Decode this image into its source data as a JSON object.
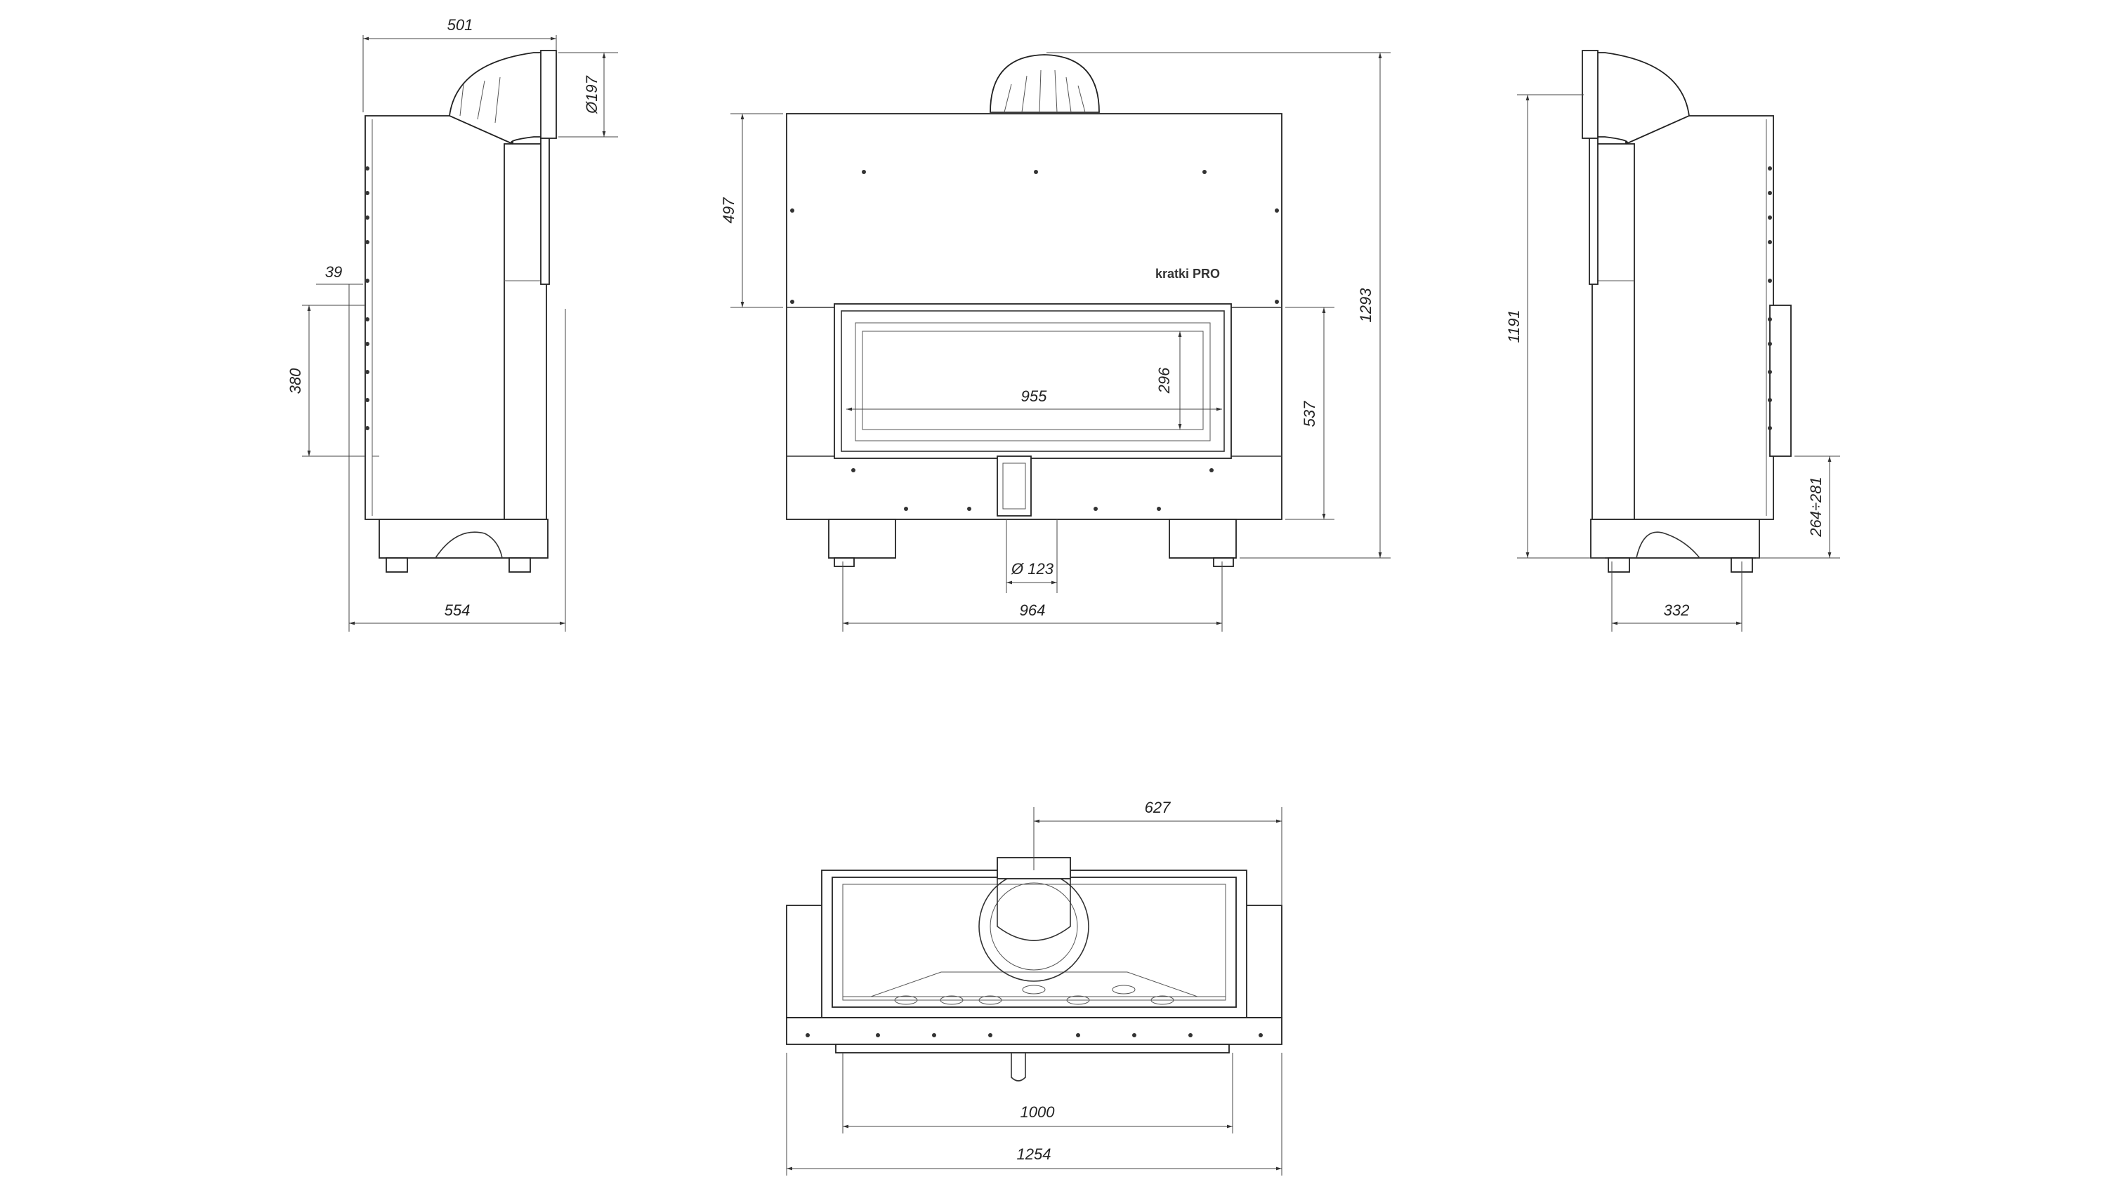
{
  "logo": {
    "text": "kratki PRO"
  },
  "side_left": {
    "width_top": "501",
    "duct_diameter": "Ø197",
    "offset": "39",
    "height": "380",
    "depth": "554"
  },
  "front": {
    "top_height": "497",
    "glass_height": "296",
    "glass_width": "955",
    "door_height": "537",
    "total_height": "1293",
    "air_inlet": "Ø 123",
    "leg_span": "964"
  },
  "side_right": {
    "height": "1191",
    "leg_height": "264÷281",
    "leg_span": "332"
  },
  "top_view": {
    "offset": "627",
    "inner_width": "1000",
    "total_width": "1254"
  }
}
